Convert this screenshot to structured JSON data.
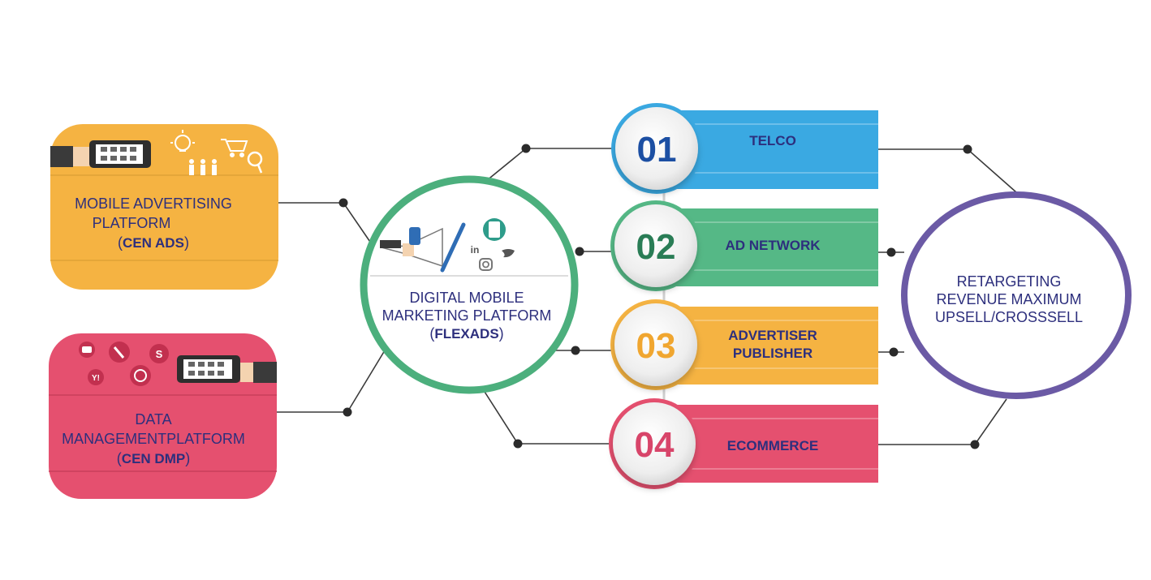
{
  "left_boxes": [
    {
      "line1": "MOBILE ADVERTISING",
      "line2": "PLATFORM",
      "name_prefix": "(",
      "name": "CEN ADS",
      "name_suffix": ")",
      "color": "#f5b342"
    },
    {
      "line1": "DATA",
      "line2": "MANAGEMENTPLATFORM",
      "name_prefix": "(",
      "name": "CEN DMP",
      "name_suffix": ")",
      "color": "#e5506f"
    }
  ],
  "center": {
    "line1": "DIGITAL MOBILE",
    "line2": "MARKETING PLATFORM",
    "name_prefix": "(",
    "name": "FLEXADS",
    "name_suffix": ")",
    "ring_color": "#4caf7d",
    "icons": [
      "megaphone-icon",
      "mobile-screen-icon",
      "linkedin-icon",
      "twitter-icon",
      "instagram-icon"
    ]
  },
  "channels": [
    {
      "number": "01",
      "label": "TELCO",
      "label2": "",
      "color": "#3aa9e2",
      "number_color": "#1c4fa3"
    },
    {
      "number": "02",
      "label": "AD NETWORK",
      "label2": "",
      "color": "#55b886",
      "number_color": "#2a7d56"
    },
    {
      "number": "03",
      "label": "ADVERTISER",
      "label2": "PUBLISHER",
      "color": "#f5b342",
      "number_color": "#f0a630"
    },
    {
      "number": "04",
      "label": "ECOMMERCE",
      "label2": "",
      "color": "#e5506f",
      "number_color": "#d8456a"
    }
  ],
  "outcome": {
    "lines": [
      "RETARGETING",
      "REVENUE MAXIMUM",
      "UPSELL/CROSSSELL"
    ],
    "ring_color": "#6b5aa5"
  },
  "icons": {
    "ads_box": [
      "hand-phone-icon",
      "lightbulb-icon",
      "shopping-cart-icon",
      "people-icon",
      "magnifier-icon"
    ],
    "dmp_box": [
      "youtube-icon",
      "wrench-icon",
      "skype-icon",
      "yahoo-icon",
      "whatsapp-icon",
      "hand-phone-icon"
    ]
  }
}
